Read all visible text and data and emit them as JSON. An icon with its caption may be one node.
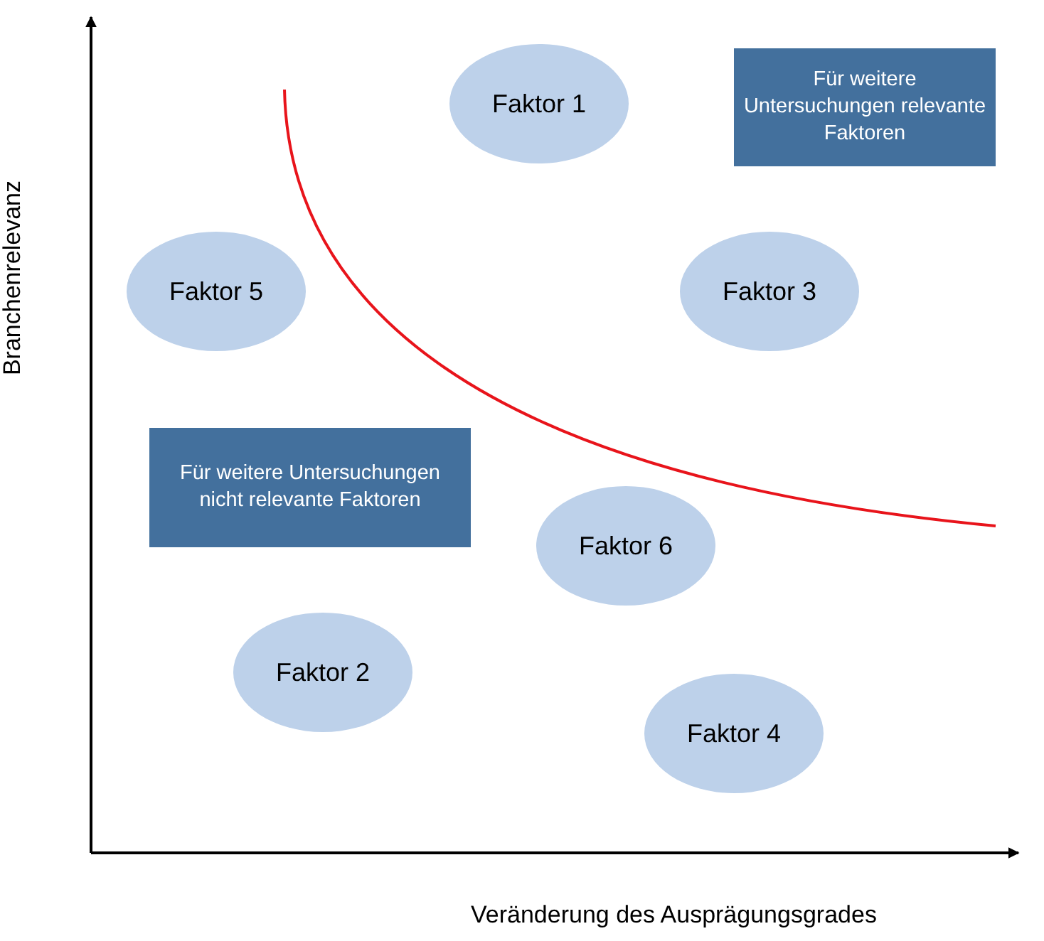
{
  "diagram": {
    "nodes": [
      {
        "text": [
          "Faktor 1"
        ]
      },
      {
        "text": [
          "Für weitere Untersuchungen relevante Faktoren"
        ]
      },
      {
        "text": [
          "Faktor 5"
        ]
      },
      {
        "text": [
          "Faktor 3"
        ]
      },
      {
        "text": [
          "Für weitere Untersuchungen nicht relevante Faktoren"
        ]
      },
      {
        "text": [
          "Faktor 6"
        ]
      },
      {
        "text": [
          "Faktor 2"
        ]
      },
      {
        "text": [
          "Faktor 4"
        ]
      }
    ],
    "edges": [],
    "labels": [
      "Branchenrelevanz",
      "Veränderung des Ausprägungsgrades"
    ]
  }
}
